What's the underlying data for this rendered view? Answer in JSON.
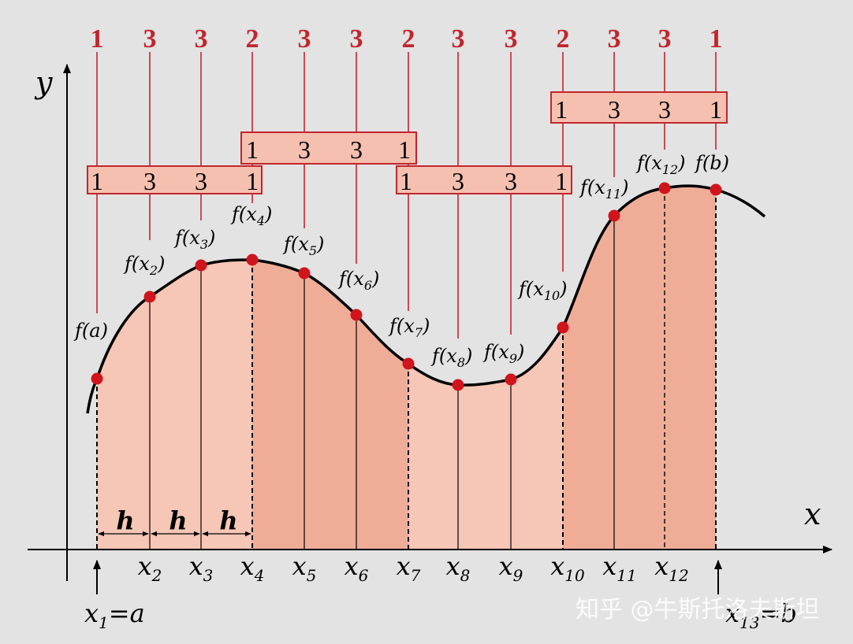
{
  "axes": {
    "x_label": "x",
    "y_label": "y"
  },
  "top_weights": [
    "1",
    "3",
    "3",
    "2",
    "3",
    "3",
    "2",
    "3",
    "3",
    "2",
    "3",
    "3",
    "1"
  ],
  "boxes": [
    {
      "weights": [
        "1",
        "3",
        "3",
        "1"
      ]
    },
    {
      "weights": [
        "1",
        "3",
        "3",
        "1"
      ]
    },
    {
      "weights": [
        "1",
        "3",
        "3",
        "1"
      ]
    },
    {
      "weights": [
        "1",
        "3",
        "3",
        "1"
      ]
    }
  ],
  "points": [
    {
      "f": "f",
      "open": "(",
      "var": "a",
      "sub": "",
      "close": ")"
    },
    {
      "f": "f",
      "open": "(",
      "var": "x",
      "sub": "2",
      "close": ")"
    },
    {
      "f": "f",
      "open": "(",
      "var": "x",
      "sub": "3",
      "close": ")"
    },
    {
      "f": "f",
      "open": "(",
      "var": "x",
      "sub": "4",
      "close": ")"
    },
    {
      "f": "f",
      "open": "(",
      "var": "x",
      "sub": "5",
      "close": ")"
    },
    {
      "f": "f",
      "open": "(",
      "var": "x",
      "sub": "6",
      "close": ")"
    },
    {
      "f": "f",
      "open": "(",
      "var": "x",
      "sub": "7",
      "close": ")"
    },
    {
      "f": "f",
      "open": "(",
      "var": "x",
      "sub": "8",
      "close": ")"
    },
    {
      "f": "f",
      "open": "(",
      "var": "x",
      "sub": "9",
      "close": ")"
    },
    {
      "f": "f",
      "open": "(",
      "var": "x",
      "sub": "10",
      "close": ")"
    },
    {
      "f": "f",
      "open": "(",
      "var": "x",
      "sub": "11",
      "close": ")"
    },
    {
      "f": "f",
      "open": "(",
      "var": "x",
      "sub": "12",
      "close": ")"
    },
    {
      "f": "f",
      "open": "(",
      "var": "b",
      "sub": "",
      "close": ")"
    }
  ],
  "x_ticks": [
    {
      "var": "x",
      "sub": "2"
    },
    {
      "var": "x",
      "sub": "3"
    },
    {
      "var": "x",
      "sub": "4"
    },
    {
      "var": "x",
      "sub": "5"
    },
    {
      "var": "x",
      "sub": "6"
    },
    {
      "var": "x",
      "sub": "7"
    },
    {
      "var": "x",
      "sub": "8"
    },
    {
      "var": "x",
      "sub": "9"
    },
    {
      "var": "x",
      "sub": "10"
    },
    {
      "var": "x",
      "sub": "11"
    },
    {
      "var": "x",
      "sub": "12"
    }
  ],
  "start_label": {
    "var": "x",
    "sub": "1",
    "eq": "=",
    "val": "a"
  },
  "end_label": {
    "var": "x",
    "sub": "13",
    "eq": "=",
    "val": "b"
  },
  "h_labels": [
    "h",
    "h",
    "h"
  ],
  "watermark": "知乎 @牛斯托洛夫斯坦",
  "colors": {
    "background": "#e3e3e3",
    "fill_light": "#f6c6b6",
    "fill_dark": "#efad98",
    "accent_red": "#c0262d",
    "box_fill": "#f5c0b0",
    "dot": "#d0141c"
  }
}
